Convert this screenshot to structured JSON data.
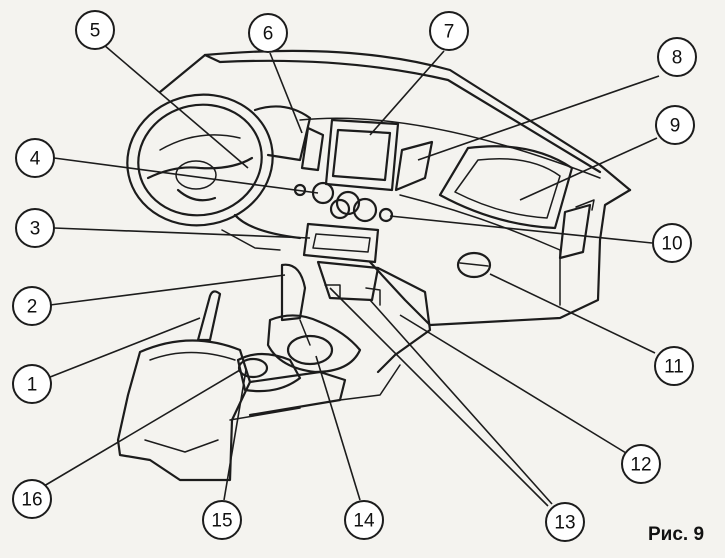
{
  "figure": {
    "caption": "Рис. 9"
  },
  "callouts": [
    {
      "label": "1"
    },
    {
      "label": "2"
    },
    {
      "label": "3"
    },
    {
      "label": "4"
    },
    {
      "label": "5"
    },
    {
      "label": "6"
    },
    {
      "label": "7"
    },
    {
      "label": "8"
    },
    {
      "label": "9"
    },
    {
      "label": "10"
    },
    {
      "label": "11"
    },
    {
      "label": "12"
    },
    {
      "label": "13"
    },
    {
      "label": "14"
    },
    {
      "label": "15"
    },
    {
      "label": "16"
    }
  ],
  "colors": {
    "line": "#1c1c1c",
    "paper": "#f4f3ef"
  }
}
